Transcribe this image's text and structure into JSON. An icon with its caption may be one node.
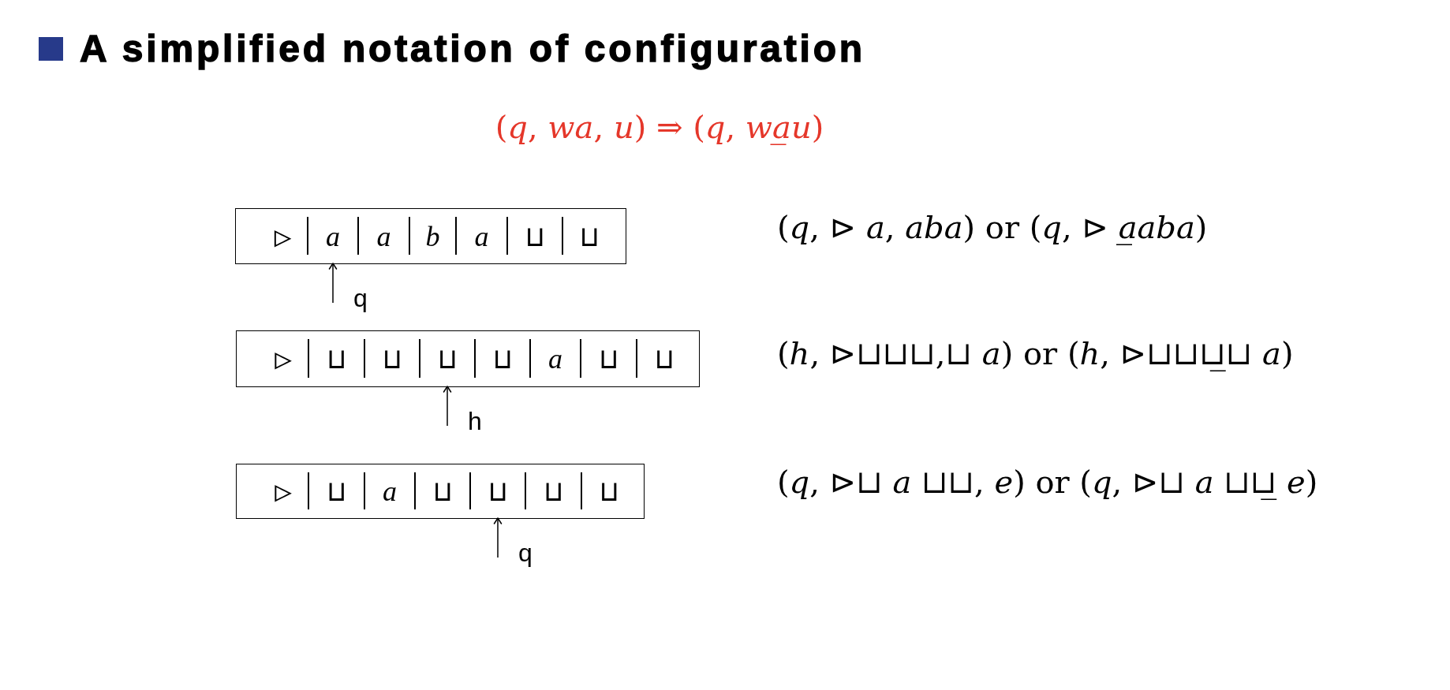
{
  "diagram": {
    "title": "A simplified notation of configuration",
    "nodes": [
      {
        "text": [],
        "shape": "box"
      },
      {
        "text": [
          "▷"
        ],
        "in": 0
      },
      {
        "text": [
          "a"
        ],
        "in": 0
      },
      {
        "text": [
          "a"
        ],
        "in": 0
      },
      {
        "text": [
          "b"
        ],
        "in": 0
      },
      {
        "text": [
          "a"
        ],
        "in": 0
      },
      {
        "text": [
          "⊔"
        ],
        "in": 0
      },
      {
        "text": [
          "⊔"
        ],
        "in": 0
      },
      {
        "text": [],
        "shape": "box"
      },
      {
        "text": [
          "▷"
        ],
        "in": 8
      },
      {
        "text": [
          "⊔"
        ],
        "in": 8
      },
      {
        "text": [
          "⊔"
        ],
        "in": 8
      },
      {
        "text": [
          "⊔"
        ],
        "in": 8
      },
      {
        "text": [
          "⊔"
        ],
        "in": 8
      },
      {
        "text": [
          "a"
        ],
        "in": 8
      },
      {
        "text": [
          "⊔"
        ],
        "in": 8
      },
      {
        "text": [
          "⊔"
        ],
        "in": 8
      },
      {
        "text": [],
        "shape": "box"
      },
      {
        "text": [
          "▷"
        ],
        "in": 17
      },
      {
        "text": [
          "⊔"
        ],
        "in": 17
      },
      {
        "text": [
          "a"
        ],
        "in": 17
      },
      {
        "text": [
          "⊔"
        ],
        "in": 17
      },
      {
        "text": [
          "⊔"
        ],
        "in": 17
      },
      {
        "text": [
          "⊔"
        ],
        "in": 17
      },
      {
        "text": [
          "⊔"
        ],
        "in": 17
      }
    ],
    "edges": [
      {
        "from": null,
        "to": 2,
        "arrow": "to",
        "label": "q"
      },
      {
        "from": null,
        "to": 12,
        "arrow": "to",
        "label": "h"
      },
      {
        "from": null,
        "to": 22,
        "arrow": "to",
        "label": "q"
      }
    ],
    "labels": [
      "(*q*, *wa*, *u*) ⇒ (*q*, *wa̲u*)",
      "(*q*, ⊳ *a*, *aba*) or (*q*, ⊳ *a̲aba*)",
      "(*h*, ⊳⊔⊔⊔,⊔ *a*) or (*h*, ⊳⊔⊔⊔̲⊔ *a*)",
      "(*q*, ⊳⊔ *a* ⊔⊔, *e*) or (*q*, ⊳⊔ *a* ⊔⊔̲ *e*)"
    ]
  }
}
